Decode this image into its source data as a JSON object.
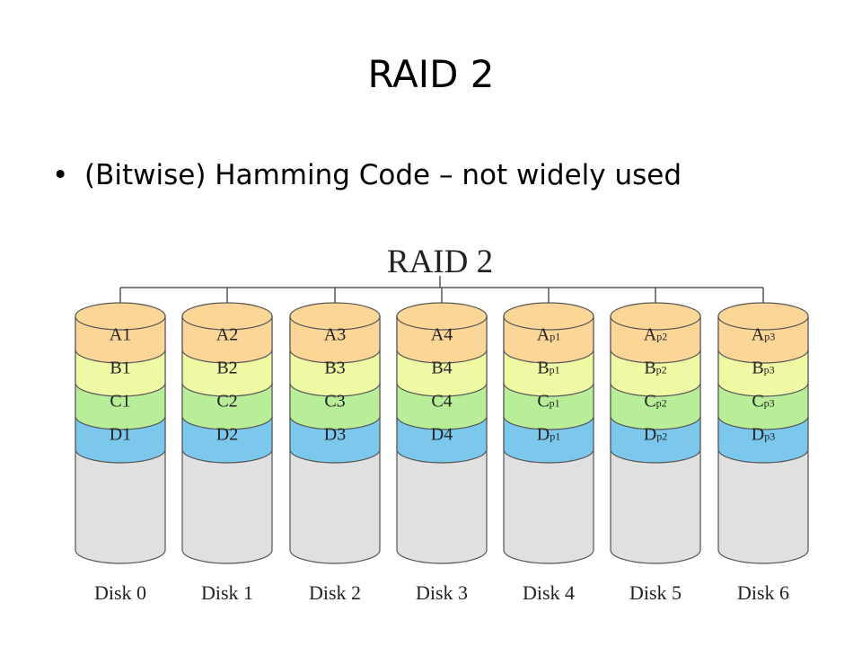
{
  "slide": {
    "title": "RAID 2",
    "bullet": "(Bitwise) Hamming Code – not widely used"
  },
  "diagram": {
    "title": "RAID 2",
    "colors": {
      "A": "#fbd697",
      "B": "#eff8a3",
      "C": "#b8ee97",
      "D": "#7cc8ec",
      "body": "#e0e0e0",
      "line": "#555555"
    },
    "disks": [
      {
        "label": "Disk 0",
        "blocks": [
          {
            "main": "A1",
            "sub": ""
          },
          {
            "main": "B1",
            "sub": ""
          },
          {
            "main": "C1",
            "sub": ""
          },
          {
            "main": "D1",
            "sub": ""
          }
        ]
      },
      {
        "label": "Disk 1",
        "blocks": [
          {
            "main": "A2",
            "sub": ""
          },
          {
            "main": "B2",
            "sub": ""
          },
          {
            "main": "C2",
            "sub": ""
          },
          {
            "main": "D2",
            "sub": ""
          }
        ]
      },
      {
        "label": "Disk 2",
        "blocks": [
          {
            "main": "A3",
            "sub": ""
          },
          {
            "main": "B3",
            "sub": ""
          },
          {
            "main": "C3",
            "sub": ""
          },
          {
            "main": "D3",
            "sub": ""
          }
        ]
      },
      {
        "label": "Disk 3",
        "blocks": [
          {
            "main": "A4",
            "sub": ""
          },
          {
            "main": "B4",
            "sub": ""
          },
          {
            "main": "C4",
            "sub": ""
          },
          {
            "main": "D4",
            "sub": ""
          }
        ]
      },
      {
        "label": "Disk 4",
        "blocks": [
          {
            "main": "A",
            "sub": "p1"
          },
          {
            "main": "B",
            "sub": "p1"
          },
          {
            "main": "C",
            "sub": "p1"
          },
          {
            "main": "D",
            "sub": "p1"
          }
        ]
      },
      {
        "label": "Disk 5",
        "blocks": [
          {
            "main": "A",
            "sub": "p2"
          },
          {
            "main": "B",
            "sub": "p2"
          },
          {
            "main": "C",
            "sub": "p2"
          },
          {
            "main": "D",
            "sub": "p2"
          }
        ]
      },
      {
        "label": "Disk 6",
        "blocks": [
          {
            "main": "A",
            "sub": "p3"
          },
          {
            "main": "B",
            "sub": "p3"
          },
          {
            "main": "C",
            "sub": "p3"
          },
          {
            "main": "D",
            "sub": "p3"
          }
        ]
      }
    ]
  }
}
